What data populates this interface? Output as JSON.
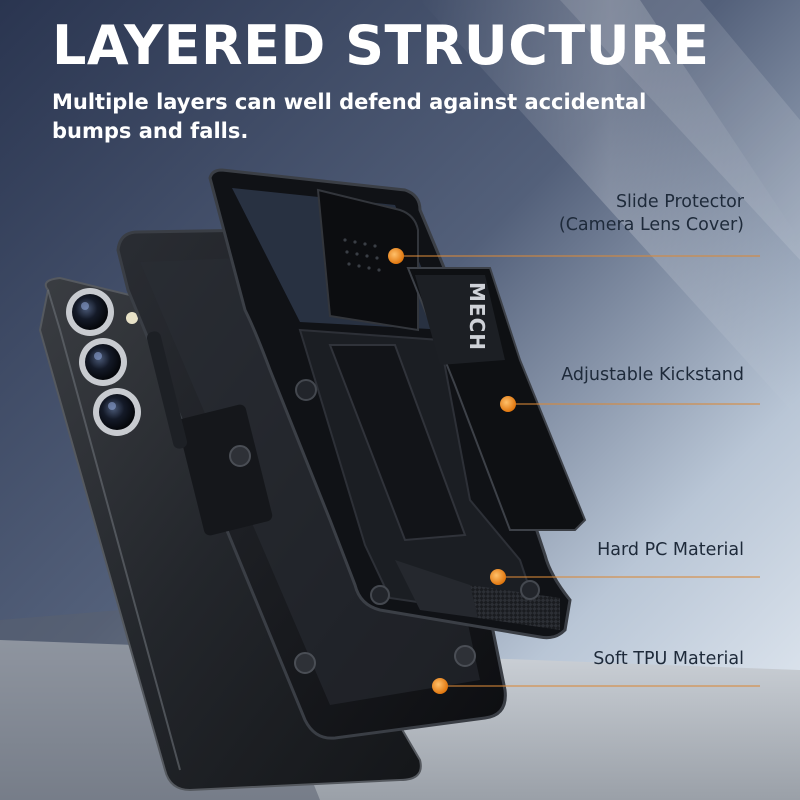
{
  "header": {
    "title": "LAYERED STRUCTURE",
    "subtitle": "Multiple layers can well defend against accidental bumps and falls."
  },
  "callouts": [
    {
      "lines": [
        "Slide Protector",
        "(Camera Lens Cover)"
      ]
    },
    {
      "lines": [
        "Adjustable Kickstand"
      ]
    },
    {
      "lines": [
        "Hard PC Material"
      ]
    },
    {
      "lines": [
        "Soft TPU Material"
      ]
    }
  ],
  "brand_mark": "MECH",
  "colors": {
    "accent": "#f08a1c",
    "title_text": "#ffffff",
    "label_text": "#1e2a3a",
    "case_black": "#14161a"
  }
}
